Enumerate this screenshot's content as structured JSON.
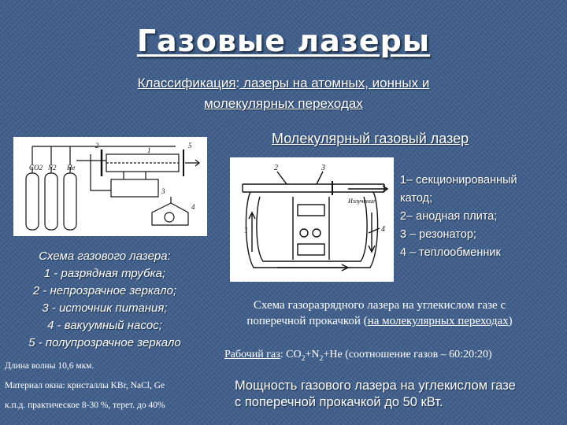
{
  "slide": {
    "title": "Газовые лазеры",
    "classification": {
      "label": "Классификация",
      "sep": ":",
      "text_1": " лазеры на атомных, ионных и",
      "text_2": "молекулярных переходах"
    },
    "subtitle": "Молекулярный газовый лазер",
    "left_figure": {
      "labels": [
        "1",
        "2",
        "3",
        "4",
        "5"
      ],
      "gas_labels": [
        "CO2",
        "N2",
        "He"
      ]
    },
    "left_legend": [
      "Схема газового лазера:",
      "1 - разрядная трубка;",
      "2 - непрозрачное зеркало;",
      "3 - источник питания;",
      "4 - вакуумный насос;",
      "5 - полупрозрачное зеркало"
    ],
    "right_figure": {
      "labels": [
        "1",
        "2",
        "3",
        "4"
      ],
      "output_label": "Излучение"
    },
    "right_legend": [
      "1– секционированный",
      "катод;",
      "2– анодная плита;",
      "3 – резонатор;",
      "4 – теплообменник"
    ],
    "caption": {
      "line_1": "Схема газоразрядного лазера на углекислом газе с",
      "line_2_prefix": "поперечной прокачкой (",
      "line_2_link": "на молекулярных переходах",
      "line_2_suffix": ")"
    },
    "working_gas": {
      "label": "Рабочий газ",
      "sep": ": ",
      "co": "CO",
      "sub_2a": "2",
      "plus_n": "+N",
      "sub_2b": "2",
      "rest": "+He (соотношение газов – 60:20:20)"
    },
    "notes": [
      "Длина волны 10,6 мкм.",
      "Материал окна: кристаллы KBr, NaCl, Ge",
      "к.п.д. практическое 8-30 %, терет. до 40%"
    ],
    "power": [
      "Мощность газового лазера на углекислом газе",
      "с поперечной прокачкой до 50 кВт."
    ]
  }
}
